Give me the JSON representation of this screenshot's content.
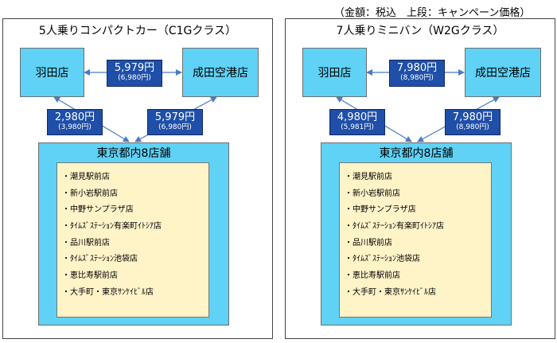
{
  "note": "（金額：税込　上段：キャンペーン価格）",
  "panels": [
    {
      "title": "5人乗りコンパクトカー（C1Gクラス）",
      "haneda": "羽田店",
      "narita": "成田空港店",
      "tokyo_title": "東京都内8店舗",
      "price_haneda_narita": {
        "campaign": "5,979円",
        "regular": "(6,980円)"
      },
      "price_haneda_tokyo": {
        "campaign": "2,980円",
        "regular": "(3,980円)"
      },
      "price_narita_tokyo": {
        "campaign": "5,979円",
        "regular": "(6,980円)"
      },
      "stores": [
        "・潮見駅前店",
        "・新小岩駅前店",
        "・中野サンプラザ店",
        "・ﾀｲﾑｽﾞｽﾃｰｼｮﾝ有楽町ｲﾄｼｱ店",
        "・品川駅前店",
        "・ﾀｲﾑｽﾞｽﾃｰｼｮﾝ池袋店",
        "・恵比寿駅前店",
        "・大手町・東京ｻﾝｹｲﾋﾞﾙ店"
      ]
    },
    {
      "title": "7人乗りミニバン（W2Gクラス）",
      "haneda": "羽田店",
      "narita": "成田空港店",
      "tokyo_title": "東京都内8店舗",
      "price_haneda_narita": {
        "campaign": "7,980円",
        "regular": "(8,980円)"
      },
      "price_haneda_tokyo": {
        "campaign": "4,980円",
        "regular": "(5,981円)"
      },
      "price_narita_tokyo": {
        "campaign": "7,980円",
        "regular": "(8,980円)"
      },
      "stores": [
        "・潮見駅前店",
        "・新小岩駅前店",
        "・中野サンプラザ店",
        "・ﾀｲﾑｽﾞｽﾃｰｼｮﾝ有楽町ｲﾄｼｱ店",
        "・品川駅前店",
        "・ﾀｲﾑｽﾞｽﾃｰｼｮﾝ池袋店",
        "・恵比寿駅前店",
        "・大手町・東京ｻﾝｹｲﾋﾞﾙ店"
      ]
    }
  ],
  "colors": {
    "store_box": "#5fd2f5",
    "price_box": "#1f4fa8",
    "store_list": "#fff3c8",
    "arrow": "#4a7bc4"
  }
}
